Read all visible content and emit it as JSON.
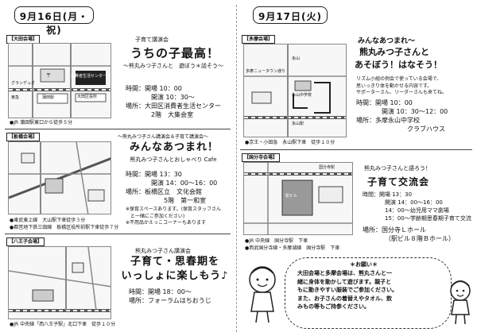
{
  "left": {
    "date": "9月16日(月・祝)",
    "ota": {
      "label": "【大田会場】",
      "intro": "子育て講演会",
      "title": "うちの子最高！",
      "subtitle": "～熊丸みつ子さんと　遊ぼう＊話そう～",
      "info": "時間：開場 10：00\n　　　　開演 10：30～\n場所：大田区消費者生活センター\n　　　　2階　大集会室",
      "map": {
        "grand": "グランデュオ",
        "tokyu": "東急",
        "ota_station": "蒲田駅",
        "center": "消費者生活センター",
        "post": "〒",
        "kamata_exit": "大田区役所"
      },
      "access": "●JR 蒲田駅東口から徒歩５分"
    },
    "itabashi": {
      "label": "【板橋会場】",
      "intro": "～熊丸みつ子さん講演会＆子育て講演会～",
      "title": "みんなあつまれ！",
      "subtitle": "熊丸みつ子さんとおしゃべり Cafe",
      "info": "時間：開場 13：30\n　　　　開演 14：00～16：00\n場所：板橋区立　文化会館\n　　　　　　5階　第一和室",
      "notes": "※保育スペースあります。(保育スタッフさん\n　と一緒にご参加ください)\n※不用品かえっこコーナーもあります",
      "access1": "●東武東上線　大山駅下車徒歩３分",
      "access2": "●都営地下鉄三田線　板橋区役所前駅下車徒歩７分"
    },
    "hachioji": {
      "label": "【八王子会場】",
      "intro": "熊丸みつ子さん講演会",
      "title1": "子育て・思春期を",
      "title2": "いっしょに楽しもう♪",
      "info": "時間：開場 18：00～\n場所：フォーラムはちおうじ",
      "access": "●JR 中央線「西八王子駅」北口下車　徒歩１０分"
    }
  },
  "right": {
    "date": "9月17日(火)",
    "tama": {
      "label": "【多摩会場】",
      "intro": "みんなあつまれ～",
      "title1": "熊丸みつ子さんと",
      "title2": "あそぼう！はなそう！",
      "desc": "リズム小組の例会で使っている会場で、\n思いっきり体を動かせる内容です。\nサポーターさん、リーダーさんも来てね。",
      "info": "時間：開場 10：00\n　　　　開演 10：30～12：00\n場所：多摩永山中学校\n　　　　　　　　クラブハウス",
      "map": {
        "nagayama": "永山",
        "school": "永山中学校",
        "station": "永山駅",
        "highway": "多摩ニュータウン通り"
      },
      "access": "●京王・小田急　永山駅下車　徒歩１０分"
    },
    "kokubunji": {
      "label": "【国分寺会場】",
      "intro": "熊丸みつ子さんと語ろう！",
      "title": "子育て交流会",
      "info": "時間：開場 13：30\n　　　　開演 14：00～16：00\n　　　　14：00～幼児用ママ劇場\n　　　　15：00～学齢期思春期子育て交流",
      "place": "場所：国分寺Ｌホール\n　　　　（駅ビル８階Ｂホール）",
      "map": {
        "building": "駅ビル",
        "station": "国分寺駅"
      },
      "access1": "●JR 中央線　国分寺駅　下車",
      "access2": "●西武国分寺線・多摩湖線　国分寺駅　下車"
    },
    "request": {
      "heading": "＊お願い＊",
      "body": "大田会場と多摩会場は、熊丸さんと一\n緒に身体を動かして遊びます。親子と\nもに動きやすい服装でご参加ください。\nまた、お子さんの着替えやタオル、飲\nみもの等もご持参ください。"
    }
  }
}
